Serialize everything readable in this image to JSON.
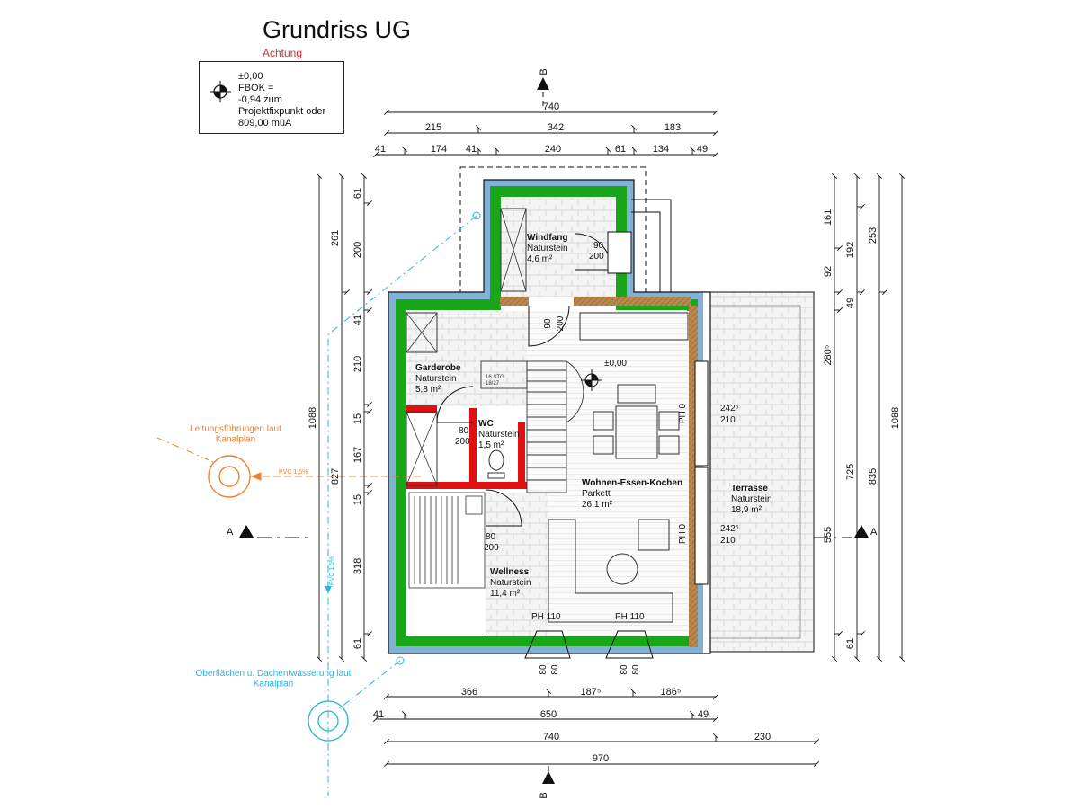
{
  "title": "Grundriss UG",
  "warning": "Achtung",
  "legend_text": "±0,00\nFBOK =\n-0,94 zum\nProjektfixpunkt oder\n809,00 müA",
  "level_mark": "±0,00",
  "section_letter_a": "A",
  "section_letter_b": "B",
  "rooms": [
    {
      "name": "Windfang",
      "material": "Naturstein",
      "area": "4,6 m²"
    },
    {
      "name": "Garderobe",
      "material": "Naturstein",
      "area": "5,8 m²"
    },
    {
      "name": "WC",
      "material": "Naturstein",
      "area": "1,5 m²"
    },
    {
      "name": "Wohnen-Essen-Kochen",
      "material": "Parkett",
      "area": "26,1 m²"
    },
    {
      "name": "Wellness",
      "material": "Naturstein",
      "area": "11,4 m²"
    },
    {
      "name": "Terrasse",
      "material": "Naturstein",
      "area": "18,9 m²"
    }
  ],
  "doors": [
    {
      "w": "90",
      "h": "200"
    },
    {
      "w": "90",
      "h": "200"
    },
    {
      "w": "80",
      "h": "200"
    },
    {
      "w": "80",
      "h": "200"
    }
  ],
  "windows": [
    {
      "w": "242⁵",
      "h": "210",
      "ph": "PH 0"
    },
    {
      "w": "242⁵",
      "h": "210",
      "ph": "PH 0"
    }
  ],
  "bottom_windows": [
    {
      "ph": "PH 110",
      "w": "80",
      "h": "80"
    },
    {
      "ph": "PH 110",
      "w": "80",
      "h": "80"
    }
  ],
  "stair_label": "16 STG\n18/27",
  "dims_top": {
    "row1": [
      "740"
    ],
    "row2": [
      "215",
      "342",
      "183"
    ],
    "row3": [
      "41",
      "174",
      "41",
      "240",
      "61",
      "134",
      "49"
    ]
  },
  "dims_bottom": {
    "row1": [
      "366",
      "187⁵",
      "186⁵"
    ],
    "row2": [
      "41",
      "650",
      "49"
    ],
    "row3": [
      "740",
      "230"
    ],
    "row4": [
      "970"
    ]
  },
  "dims_left": {
    "outer": "1088",
    "row2": [
      "261",
      "827"
    ],
    "row3": [
      "61",
      "200",
      "41",
      "210",
      "15",
      "167",
      "15",
      "318",
      "61"
    ]
  },
  "dims_right": {
    "outer": "1088",
    "row2": [
      "253",
      "835"
    ],
    "row3": [
      "161",
      "192",
      "92",
      "49",
      "280⁵",
      "725",
      "555",
      "61"
    ]
  },
  "annotations": {
    "pipe_note": "Leitungsführungen laut\nKanalplan",
    "drain_note": "Oberflächen u. Dachentwässerung laut\nKanalplan",
    "pvc_h": "PVC 1,5%",
    "pvc_v": "PVC 1,5%"
  },
  "colors": {
    "insulation": "#1aa61a",
    "outer_skin": "#7fb2d6",
    "red_walls": "#e01010",
    "wood": "#b8884e",
    "orange_pipe": "#f08030",
    "blue_drain": "#29b5d8"
  }
}
